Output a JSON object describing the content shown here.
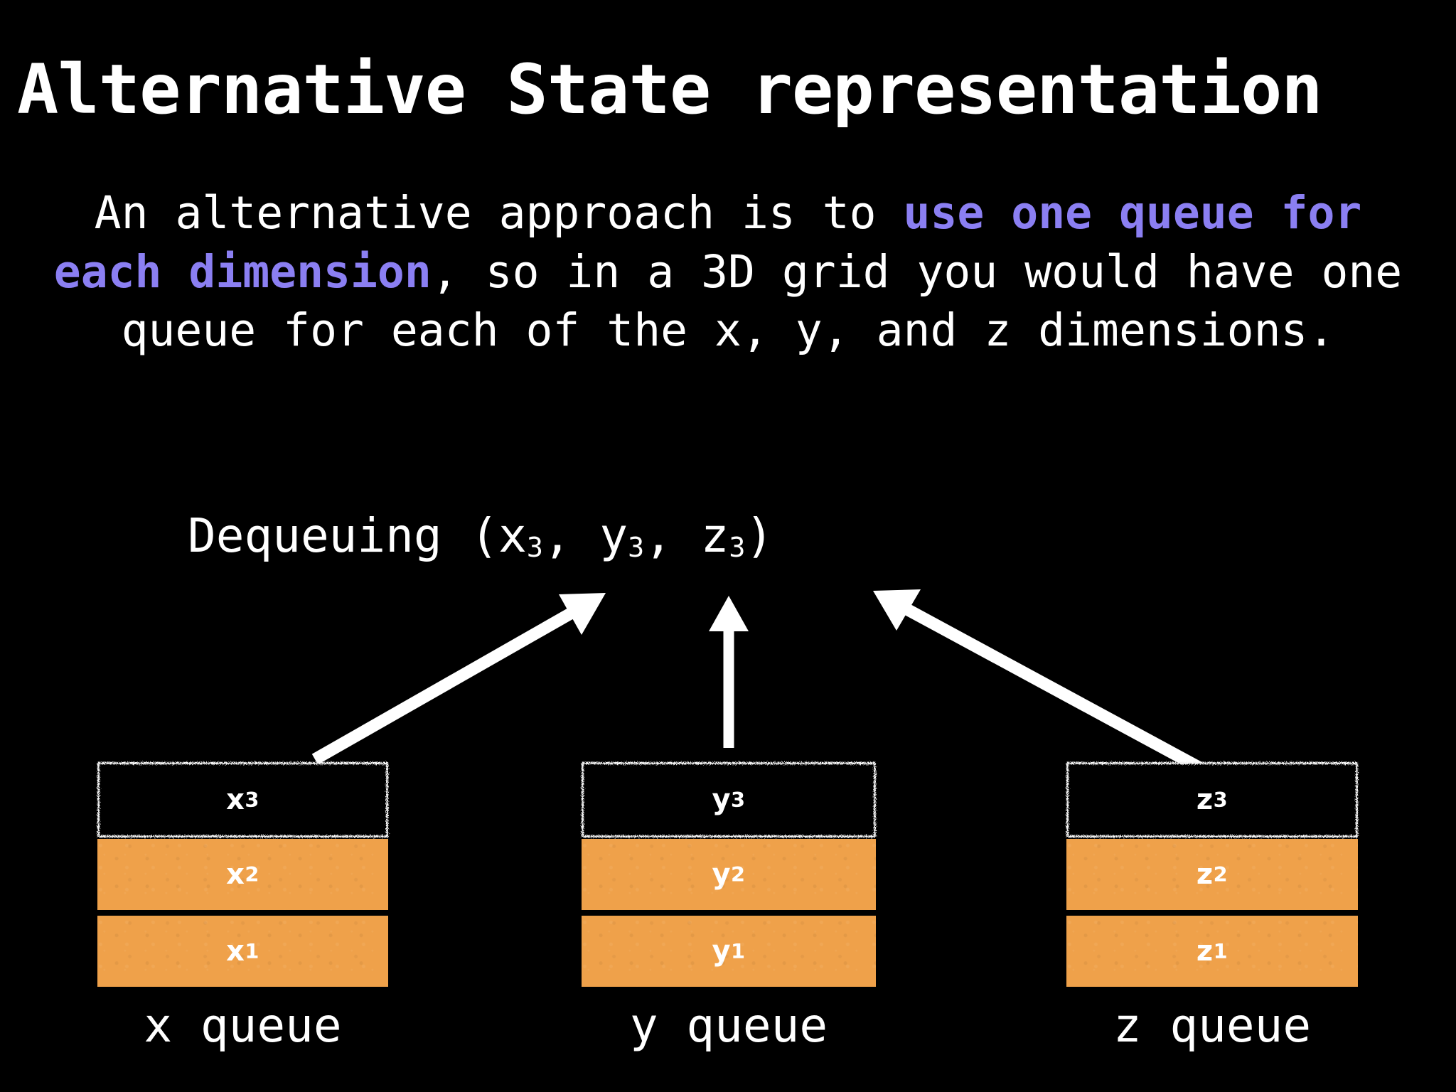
{
  "slide": {
    "background_color": "#000000",
    "title": "Alternative State representation",
    "accent_color": "#8b7ff2",
    "queue_fill_color": "#efa14a",
    "text_color": "#ffffff"
  },
  "body": {
    "part1": "An alternative approach is to ",
    "highlight1": "use one queue for each dimension",
    "part2": ", so in a 3D grid you would have one queue for each of the x, y, and z dimensions."
  },
  "dequeue": {
    "prefix": "Dequeuing (x",
    "sub1": "3",
    "mid1": ", y",
    "sub2": "3",
    "mid2": ", z",
    "sub3": "3",
    "suffix": ")"
  },
  "arrows": [
    {
      "name": "arrow-to-x-queue",
      "direction": "up-right",
      "from": "x queue top slot",
      "to": "Dequeuing caption"
    },
    {
      "name": "arrow-to-y-queue",
      "direction": "up",
      "from": "y queue top slot",
      "to": "Dequeuing caption"
    },
    {
      "name": "arrow-to-z-queue",
      "direction": "up-left",
      "from": "z queue top slot",
      "to": "Dequeuing caption"
    }
  ],
  "queues": [
    {
      "id": "x",
      "label": "x queue",
      "cells": [
        {
          "base": "x",
          "sub": "3",
          "state": "dequeued"
        },
        {
          "base": "x",
          "sub": "2",
          "state": "filled"
        },
        {
          "base": "x",
          "sub": "1",
          "state": "filled"
        }
      ]
    },
    {
      "id": "y",
      "label": "y queue",
      "cells": [
        {
          "base": "y",
          "sub": "3",
          "state": "dequeued"
        },
        {
          "base": "y",
          "sub": "2",
          "state": "filled"
        },
        {
          "base": "y",
          "sub": "1",
          "state": "filled"
        }
      ]
    },
    {
      "id": "z",
      "label": "z queue",
      "cells": [
        {
          "base": "z",
          "sub": "3",
          "state": "dequeued"
        },
        {
          "base": "z",
          "sub": "2",
          "state": "filled"
        },
        {
          "base": "z",
          "sub": "1",
          "state": "filled"
        }
      ]
    }
  ]
}
